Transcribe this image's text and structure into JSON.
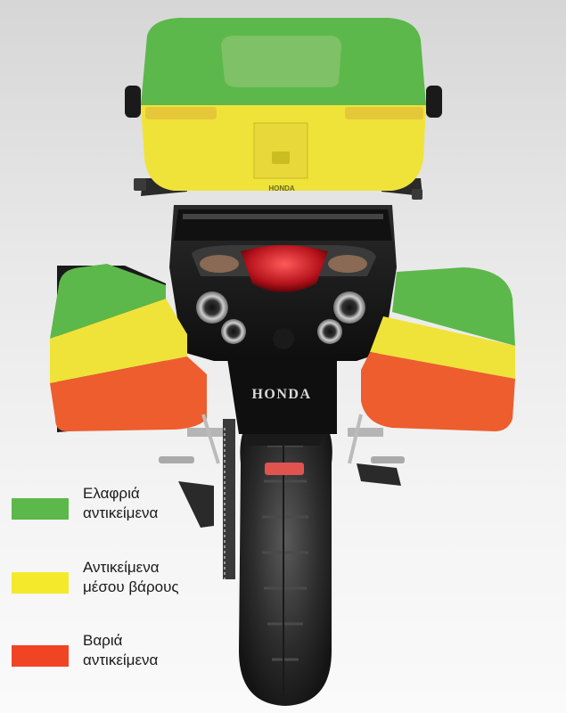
{
  "brand": {
    "topbox_badge": "HONDA",
    "plate_logo": "HONDA"
  },
  "zone_colors": {
    "light": "#5cb84a",
    "medium": "#efe33a",
    "heavy": "#ed5d2e"
  },
  "legend": [
    {
      "lines": [
        "Ελαφριά",
        "αντικείμενα"
      ],
      "color": "#5cb84a"
    },
    {
      "lines": [
        "Αντικείμενα",
        "μέσου βάρους"
      ],
      "color": "#f4ea2b"
    },
    {
      "lines": [
        "Βαριά",
        "αντικείμενα"
      ],
      "color": "#f04424"
    }
  ]
}
